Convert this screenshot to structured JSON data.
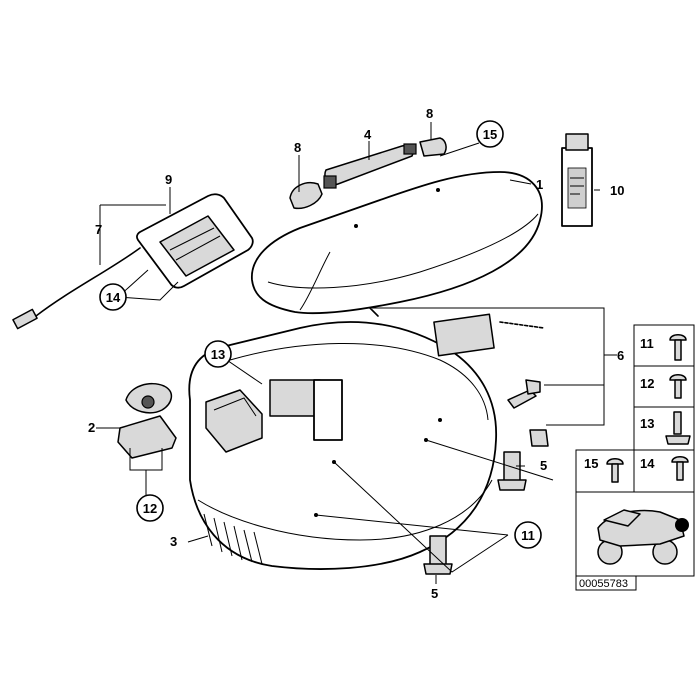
{
  "diagram": {
    "callouts": {
      "c1": "1",
      "c2": "2",
      "c3": "3",
      "c4": "4",
      "c5a": "5",
      "c5b": "5",
      "c6": "6",
      "c7": "7",
      "c8a": "8",
      "c8b": "8",
      "c9": "9",
      "c10": "10",
      "c11": "11",
      "c12": "12",
      "c13": "13",
      "c14": "14",
      "c15": "15"
    },
    "legend": {
      "r11": "11",
      "r12": "12",
      "r13": "13",
      "r14": "14",
      "r15": "15"
    },
    "reference_code": "00055783"
  }
}
